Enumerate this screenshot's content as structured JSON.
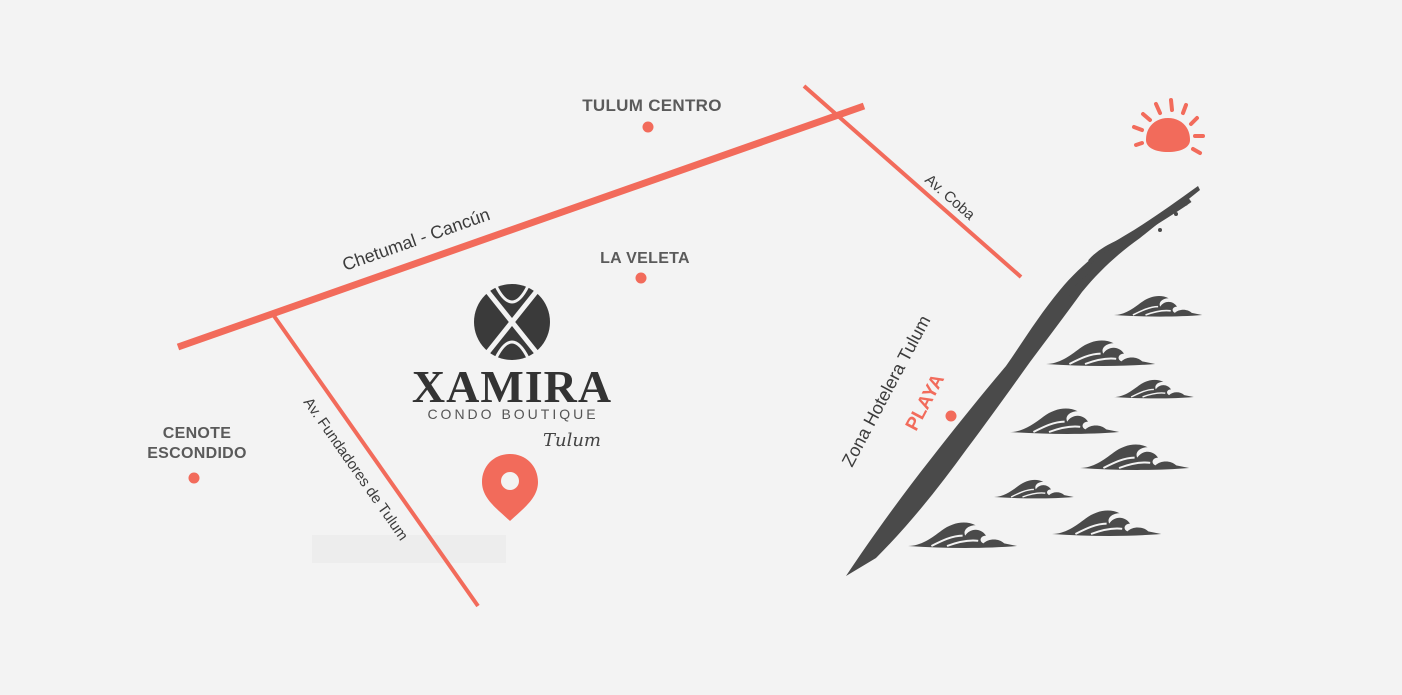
{
  "colors": {
    "accent": "#f26b5b",
    "dark": "#3a3a3a",
    "background": "#f3f3f3"
  },
  "places": {
    "tulum_centro": "TULUM CENTRO",
    "la_veleta": "LA VELETA",
    "cenote_line1": "CENOTE",
    "cenote_line2": "ESCONDIDO",
    "playa": "PLAYA"
  },
  "roads": {
    "chetumal_cancun": "Chetumal - Cancún",
    "av_coba": "Av. Coba",
    "av_fundadores": "Av. Fundadores de Tulum",
    "zona_hotelera": "Zona Hotelera Tulum"
  },
  "brand": {
    "name": "XAMIRA",
    "tagline": "CONDO BOUTIQUE",
    "script": "Tulum"
  },
  "icons": [
    "xamira-logo-icon",
    "location-pin-icon",
    "sun-icon",
    "wave-icon"
  ]
}
